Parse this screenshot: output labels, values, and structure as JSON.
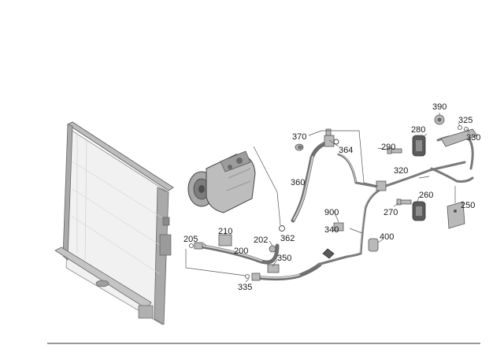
{
  "diagram": {
    "callouts": [
      {
        "id": "390",
        "text": "390"
      },
      {
        "id": "325",
        "text": "325"
      },
      {
        "id": "280",
        "text": "280"
      },
      {
        "id": "330",
        "text": "330"
      },
      {
        "id": "370",
        "text": "370"
      },
      {
        "id": "364",
        "text": "364"
      },
      {
        "id": "290",
        "text": "290"
      },
      {
        "id": "320",
        "text": "320"
      },
      {
        "id": "360",
        "text": "360"
      },
      {
        "id": "260",
        "text": "260"
      },
      {
        "id": "250",
        "text": "250"
      },
      {
        "id": "900",
        "text": "900"
      },
      {
        "id": "270",
        "text": "270"
      },
      {
        "id": "210",
        "text": "210"
      },
      {
        "id": "340",
        "text": "340"
      },
      {
        "id": "400",
        "text": "400"
      },
      {
        "id": "205",
        "text": "205"
      },
      {
        "id": "362",
        "text": "362"
      },
      {
        "id": "202",
        "text": "202"
      },
      {
        "id": "200",
        "text": "200"
      },
      {
        "id": "350",
        "text": "350"
      },
      {
        "id": "335",
        "text": "335"
      }
    ]
  }
}
